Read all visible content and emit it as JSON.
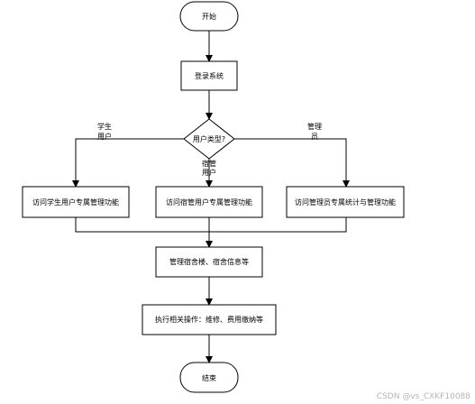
{
  "nodes": {
    "start": "开始",
    "login": "登录系统",
    "decision": "用户类型?",
    "student": "访问学生用户专属管理功能",
    "dorm": "访问宿管用户专属管理功能",
    "admin": "访问管理员专属统计与管理功能",
    "manage": "管理宿舍楼、宿舍信息等",
    "execute": "执行相关操作：维修、费用缴纳等",
    "end": "结束"
  },
  "edges": {
    "student_l1": "学生",
    "student_l2": "用户",
    "dorm_l1": "宿管",
    "dorm_l2": "用户",
    "admin_l1": "管理",
    "admin_l2": "员"
  },
  "watermark": "CSDN @vs_CXKF10088"
}
